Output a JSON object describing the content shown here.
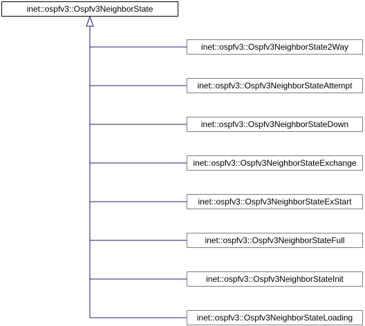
{
  "colors": {
    "edge": "#191970",
    "node_border": "#7c7c7c",
    "base_border": "#000000"
  },
  "base_class": {
    "label": "inet::ospfv3::Ospfv3NeighborState"
  },
  "derived_classes": [
    {
      "label": "inet::ospfv3::Ospfv3NeighborState2Way"
    },
    {
      "label": "inet::ospfv3::Ospfv3NeighborStateAttempt"
    },
    {
      "label": "inet::ospfv3::Ospfv3NeighborStateDown"
    },
    {
      "label": "inet::ospfv3::Ospfv3NeighborStateExchange"
    },
    {
      "label": "inet::ospfv3::Ospfv3NeighborStateExStart"
    },
    {
      "label": "inet::ospfv3::Ospfv3NeighborStateFull"
    },
    {
      "label": "inet::ospfv3::Ospfv3NeighborStateInit"
    },
    {
      "label": "inet::ospfv3::Ospfv3NeighborStateLoading"
    }
  ]
}
